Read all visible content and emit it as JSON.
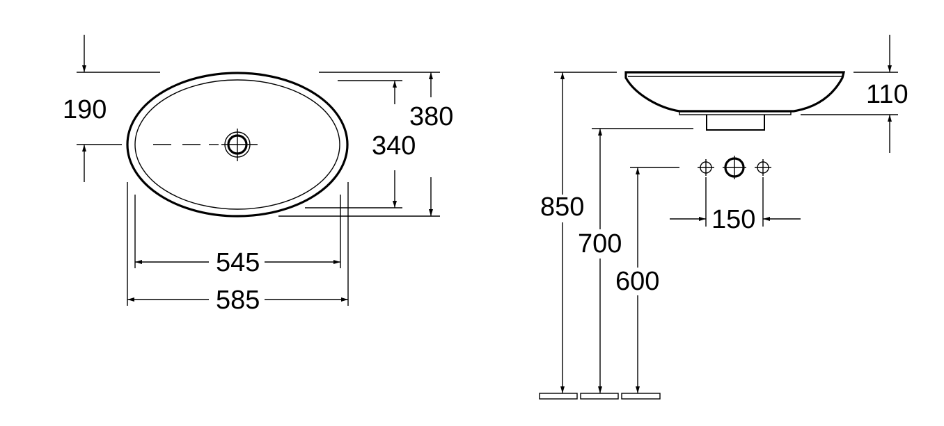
{
  "top_view": {
    "dim_outer_length": "585",
    "dim_inner_length": "545",
    "dim_outer_width": "380",
    "dim_inner_width": "340",
    "dim_drain_offset": "190"
  },
  "side_view": {
    "dim_height": "110",
    "dim_total_height": "850",
    "dim_drain_height": "700",
    "dim_tap_height": "600",
    "dim_tap_spacing": "150"
  },
  "colors": {
    "line": "#000000",
    "background": "#ffffff"
  }
}
